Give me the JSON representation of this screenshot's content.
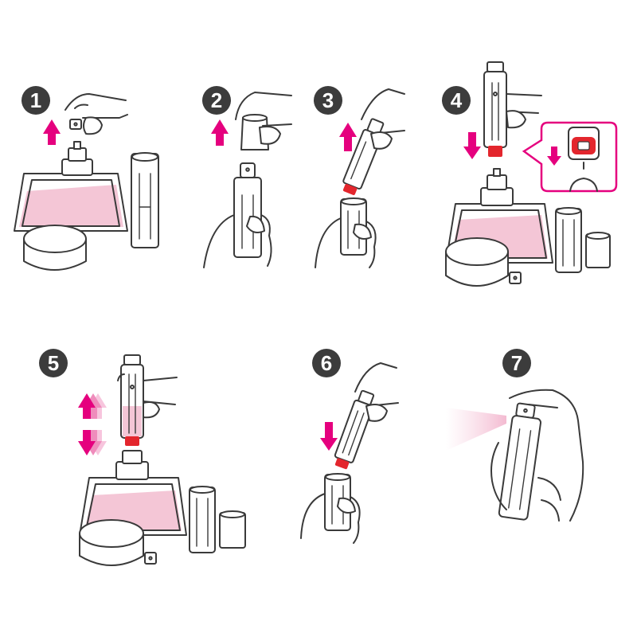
{
  "steps": [
    {
      "number": "1"
    },
    {
      "number": "2"
    },
    {
      "number": "3"
    },
    {
      "number": "4"
    },
    {
      "number": "5"
    },
    {
      "number": "6"
    },
    {
      "number": "7"
    }
  ],
  "colors": {
    "badge": "#3c3c3c",
    "accent_arrow": "#e5007e",
    "perfume_liquid": "#f4c6d6",
    "nozzle_red": "#e3262d",
    "line": "#3a3a3a"
  },
  "icons": [
    "up-arrow-icon",
    "down-arrow-icon",
    "up-down-arrows-icon",
    "spray-mist-icon",
    "zoom-callout-icon"
  ]
}
